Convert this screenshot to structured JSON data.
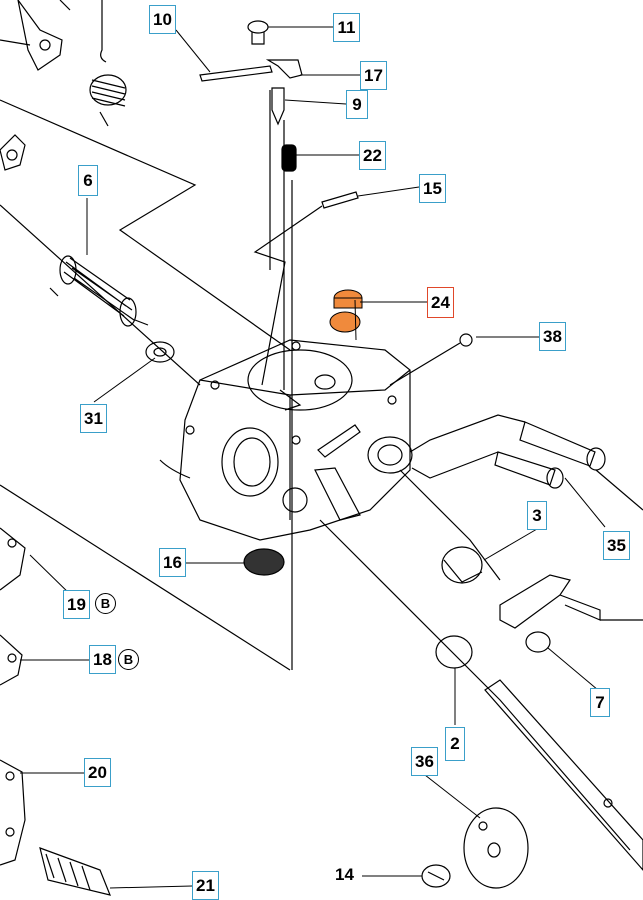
{
  "callouts": {
    "c10": "10",
    "c11": "11",
    "c17": "17",
    "c9": "9",
    "c22": "22",
    "c6": "6",
    "c15": "15",
    "c24": "24",
    "c38": "38",
    "c31": "31",
    "c16": "16",
    "c3": "3",
    "c35": "35",
    "c19": "19",
    "c18": "18",
    "c7": "7",
    "c2": "2",
    "c36": "36",
    "c20": "20",
    "c21": "21",
    "c14": "14"
  },
  "badges": {
    "b19": "B",
    "b18": "B"
  },
  "colors": {
    "callout_border": "#3a9fc9",
    "highlight_border": "#e0482a",
    "highlight_part": "#f08a3c",
    "line": "#000000"
  }
}
